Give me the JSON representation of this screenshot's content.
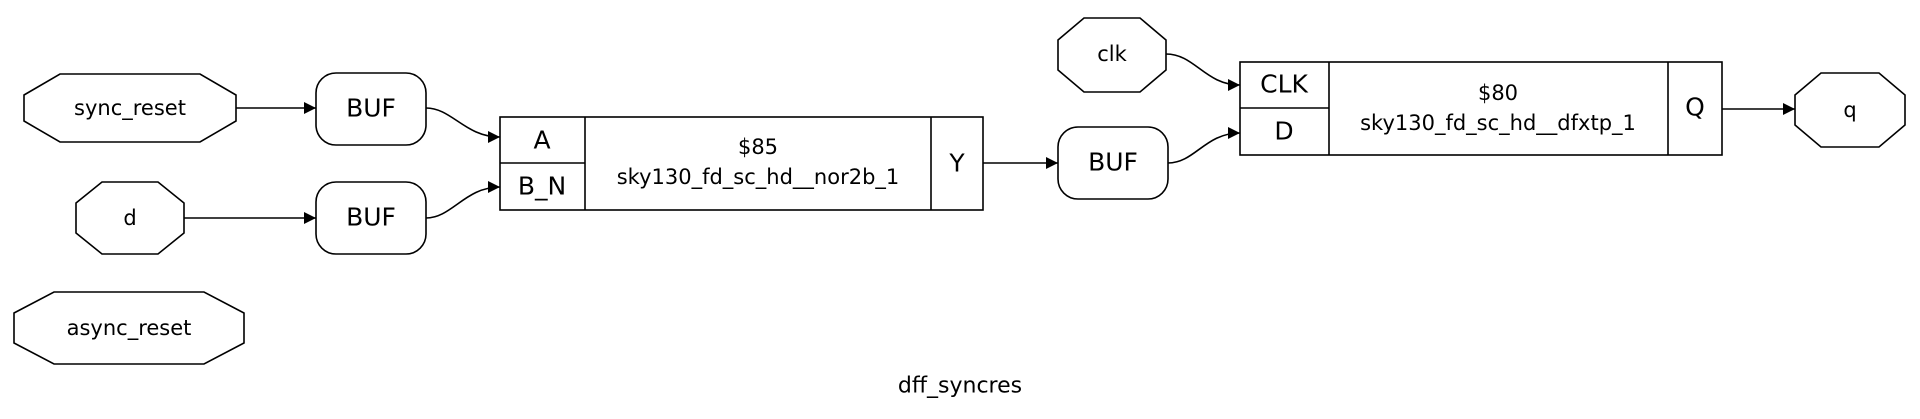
{
  "title": "dff_syncres",
  "ports": {
    "sync_reset": "sync_reset",
    "d": "d",
    "async_reset": "async_reset",
    "clk": "clk",
    "q": "q"
  },
  "buffers": {
    "buf1": "BUF",
    "buf2": "BUF",
    "buf3": "BUF"
  },
  "cells": {
    "nor": {
      "id": "$85",
      "type": "sky130_fd_sc_hd__nor2b_1",
      "pin_a": "A",
      "pin_b": "B_N",
      "pin_y": "Y"
    },
    "dff": {
      "id": "$80",
      "type": "sky130_fd_sc_hd__dfxtp_1",
      "pin_clk": "CLK",
      "pin_d": "D",
      "pin_q": "Q"
    }
  }
}
